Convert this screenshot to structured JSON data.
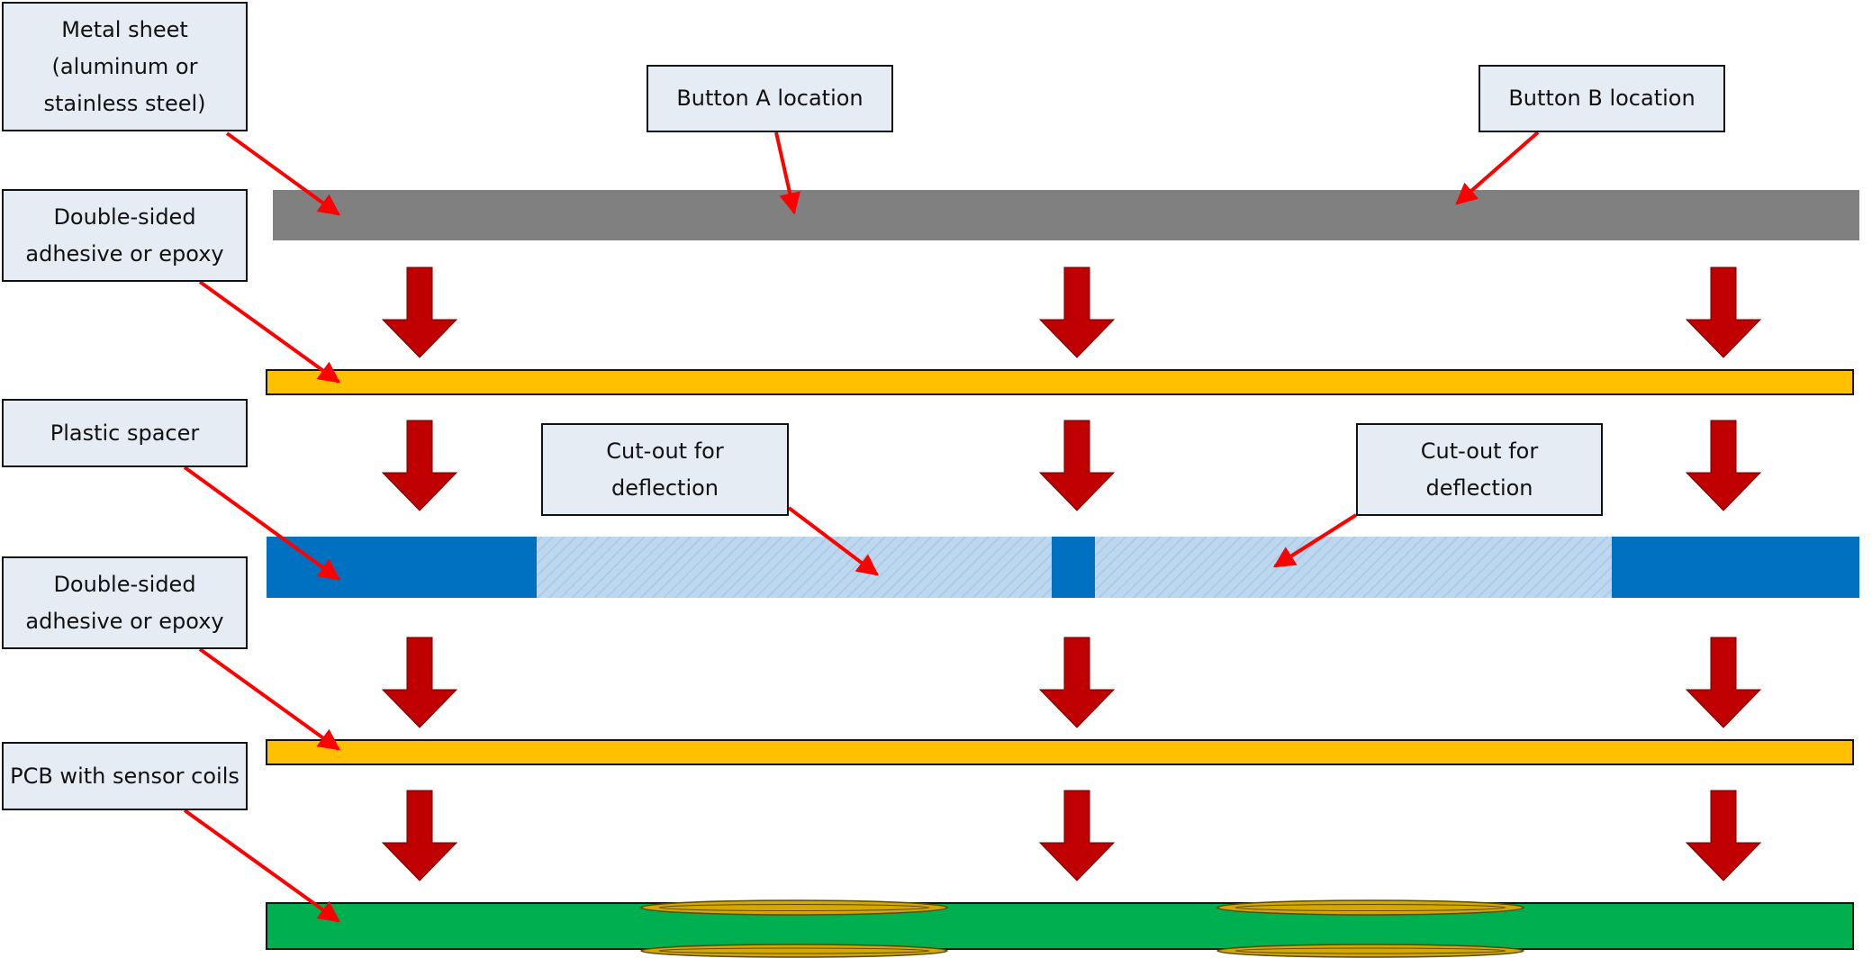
{
  "labels": {
    "metal_sheet": "Metal sheet\n(aluminum or\nstainless steel)",
    "button_a": "Button A location",
    "button_b": "Button B location",
    "adhesive_top": "Double-sided\nadhesive or epoxy",
    "plastic_spacer": "Plastic spacer",
    "cutout_a": "Cut-out for\ndeflection",
    "cutout_b": "Cut-out for\ndeflection",
    "adhesive_bottom": "Double-sided\nadhesive or epoxy",
    "pcb": "PCB with sensor coils"
  },
  "colors": {
    "metal": "#808080",
    "adhesive": "#ffc000",
    "spacer": "#0070c0",
    "cutout": "#bdd7ee",
    "pcb": "#00b050",
    "coil": "#d4a800",
    "arrow": "#c00000",
    "pointer": "#ff0000",
    "label_fill": "#e6ecf4"
  }
}
